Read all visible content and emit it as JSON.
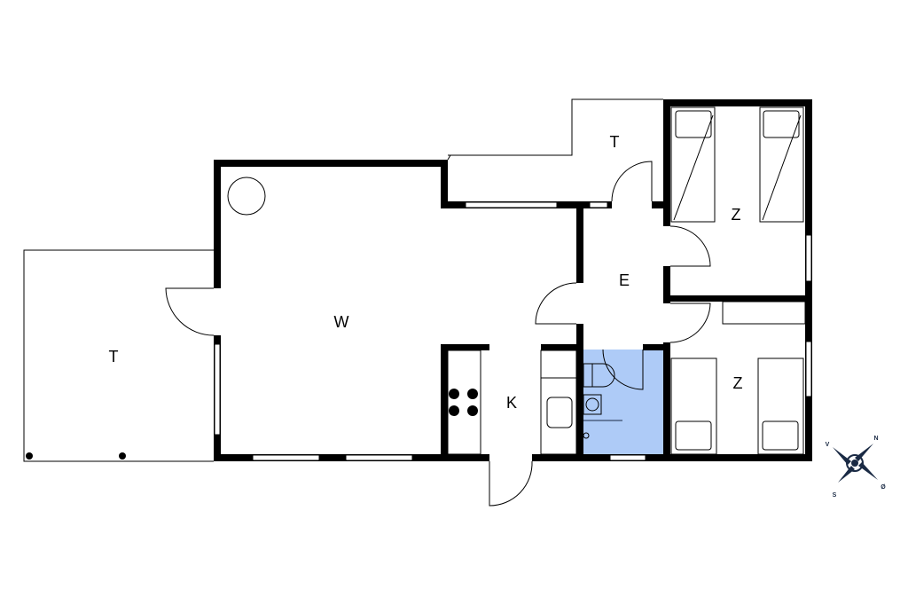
{
  "rooms": {
    "terrace_left": "T",
    "living": "W",
    "terrace_top": "T",
    "entrance": "E",
    "bedroom_top": "Z",
    "bedroom_bottom": "Z",
    "kitchen": "K"
  },
  "compass": {
    "west": "V",
    "north": "N",
    "south": "S",
    "east": "Ø"
  },
  "colors": {
    "bathroom": "#aecbf7",
    "walls": "#000000"
  }
}
